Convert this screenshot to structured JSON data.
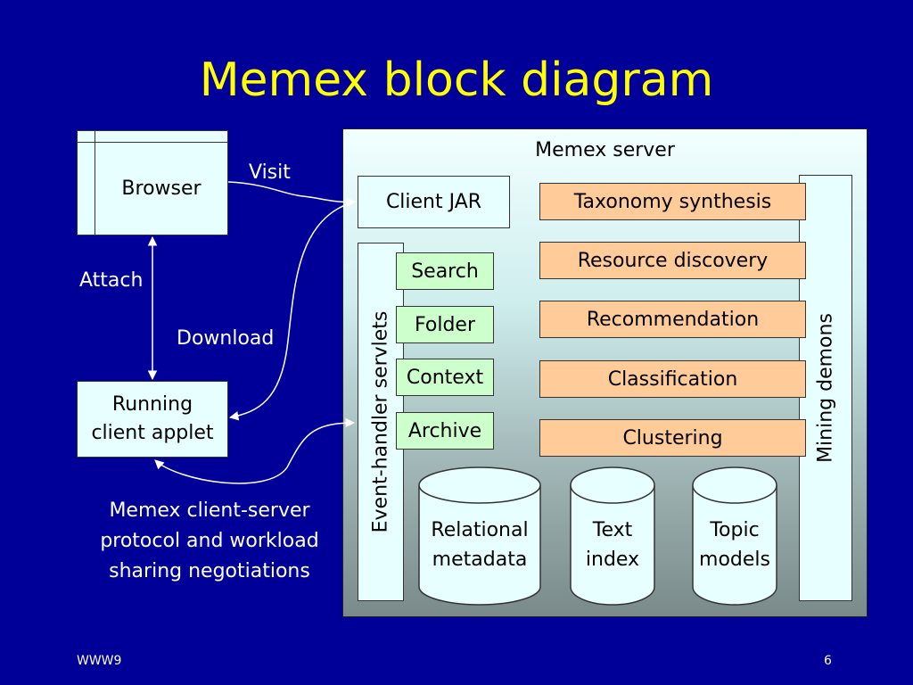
{
  "slide": {
    "title": "Memex block diagram",
    "footer_left": "WWW9",
    "footer_right": "6"
  },
  "client_side": {
    "browser": "Browser",
    "running_applet_line1": "Running",
    "running_applet_line2": "client applet",
    "visit_label": "Visit",
    "attach_label": "Attach",
    "download_label": "Download",
    "protocol_caption": [
      "Memex client-server",
      "protocol and workload",
      "sharing negotiations"
    ]
  },
  "server": {
    "title": "Memex server",
    "client_jar": "Client JAR",
    "event_handler": "Event-handler servlets",
    "mining_demons": "Mining demons",
    "servlets": [
      "Search",
      "Folder",
      "Context",
      "Archive"
    ],
    "mining_tasks": [
      "Taxonomy synthesis",
      "Resource discovery",
      "Recommendation",
      "Classification",
      "Clustering"
    ],
    "stores": [
      {
        "line1": "Relational",
        "line2": "metadata"
      },
      {
        "line1": "Text",
        "line2": "index"
      },
      {
        "line1": "Topic",
        "line2": "models"
      }
    ]
  },
  "colors": {
    "background": "#000099",
    "title": "#ffff00",
    "servlet_fill": "#ccffcc",
    "task_fill": "#ffcc99",
    "box_fill": "#e8ffff"
  }
}
